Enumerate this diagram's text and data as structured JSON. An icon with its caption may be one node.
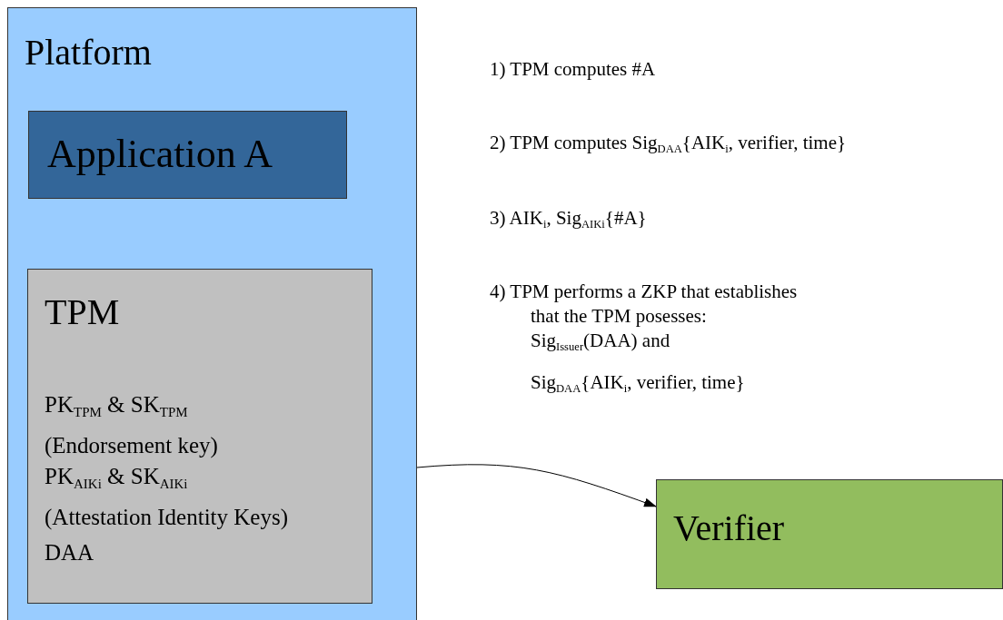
{
  "diagram": {
    "nodes": [
      {
        "text": [
          "Platform"
        ]
      },
      {
        "text": [
          "Application A"
        ],
        "in": 0
      },
      {
        "text": [
          "TPM",
          "PK$_{TPM}$ & SK$_{TPM}$",
          "(Endorsement key)",
          "PK$_{AIKi}$ & SK$_{AIKi}$",
          "(Attestation Identity Keys)",
          "DAA"
        ],
        "in": 0
      },
      {
        "text": [
          "Verifier"
        ]
      }
    ],
    "edges": [
      {
        "from": 0,
        "to": 3,
        "arrow": "to"
      }
    ],
    "labels": [
      "1) TPM computes #A",
      "2) TPM computes Sig$_{DAA}${AIK$_{i}$, verifier, time}",
      "3) AIK$_{i}$, Sig$_{AIKi}${#A}",
      "4) TPM performs a ZKP that establishes",
      "that the TPM posesses:",
      "Sig$_{Issuer}$(DAA) and",
      "Sig$_{DAA}${AIK$_{i}$, verifier, time}"
    ]
  }
}
